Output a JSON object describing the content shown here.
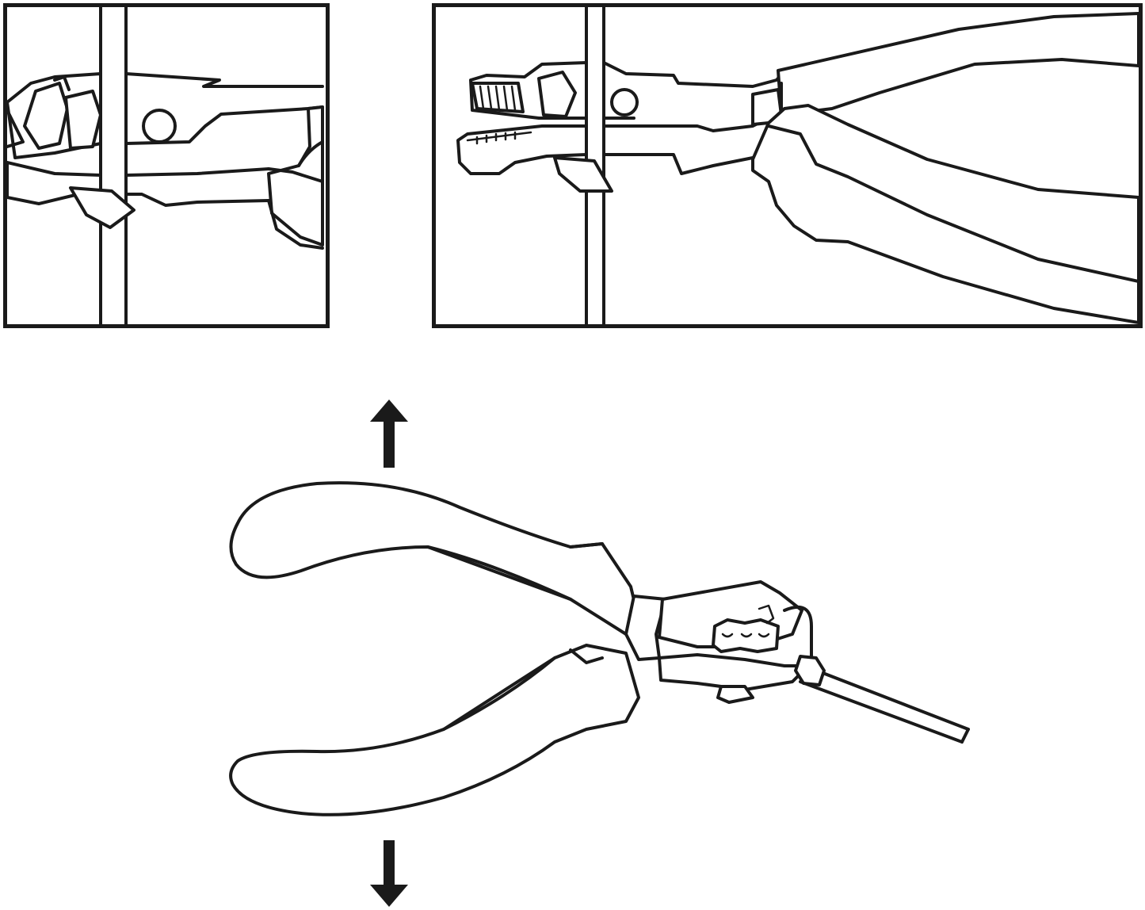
{
  "figure": {
    "panels": [
      {
        "id": "stripper-closeup-on-wire"
      },
      {
        "id": "stripper-jaws-gripping-wire"
      }
    ],
    "main": {
      "id": "wire-stripper-pulling-insulation"
    },
    "icons": {
      "arrow_up": "arrow-up-icon",
      "arrow_down": "arrow-down-icon"
    },
    "colors": {
      "line": "#1a1a1a",
      "background": "#ffffff"
    }
  }
}
